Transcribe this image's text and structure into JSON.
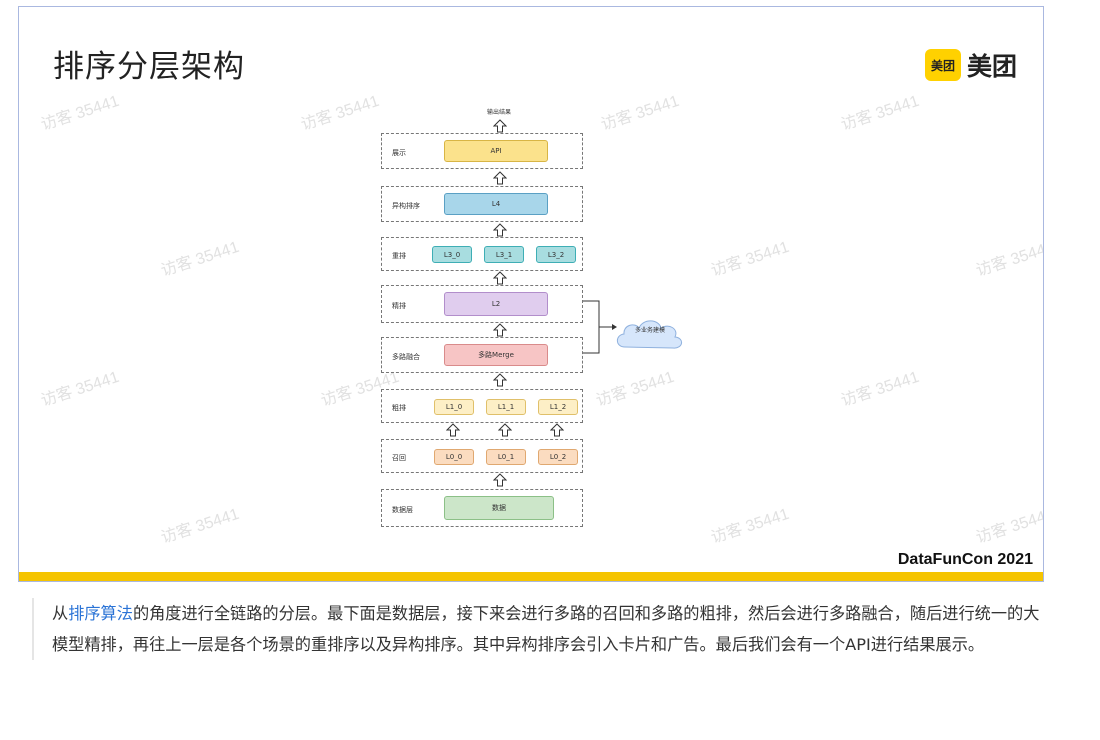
{
  "slide": {
    "title": "排序分层架构",
    "brand_badge": "美团",
    "brand_text": "美团",
    "footer": "DataFunCon 2021",
    "watermark": "访客 35441"
  },
  "diagram": {
    "output_label": "输出结果",
    "layers": [
      {
        "label": "展示",
        "boxes": [
          "API"
        ]
      },
      {
        "label": "异构排序",
        "boxes": [
          "L4"
        ]
      },
      {
        "label": "重排",
        "boxes": [
          "L3_0",
          "L3_1",
          "L3_2"
        ]
      },
      {
        "label": "精排",
        "boxes": [
          "L2"
        ]
      },
      {
        "label": "多路融合",
        "boxes": [
          "多路Merge"
        ]
      },
      {
        "label": "粗排",
        "boxes": [
          "L1_0",
          "L1_1",
          "L1_2"
        ]
      },
      {
        "label": "召回",
        "boxes": [
          "L0_0",
          "L0_1",
          "L0_2"
        ]
      },
      {
        "label": "数据层",
        "boxes": [
          "数据"
        ]
      }
    ],
    "cloud_label": "多业务建模"
  },
  "article": {
    "link_text": "排序算法",
    "prefix": "从",
    "body": "的角度进行全链路的分层。最下面是数据层，接下来会进行多路的召回和多路的粗排，然后会进行多路融合，随后进行统一的大模型精排，再往上一层是各个场景的重排序以及异构排序。其中异构排序会引入卡片和广告。最后我们会有一个API进行结果展示。"
  }
}
